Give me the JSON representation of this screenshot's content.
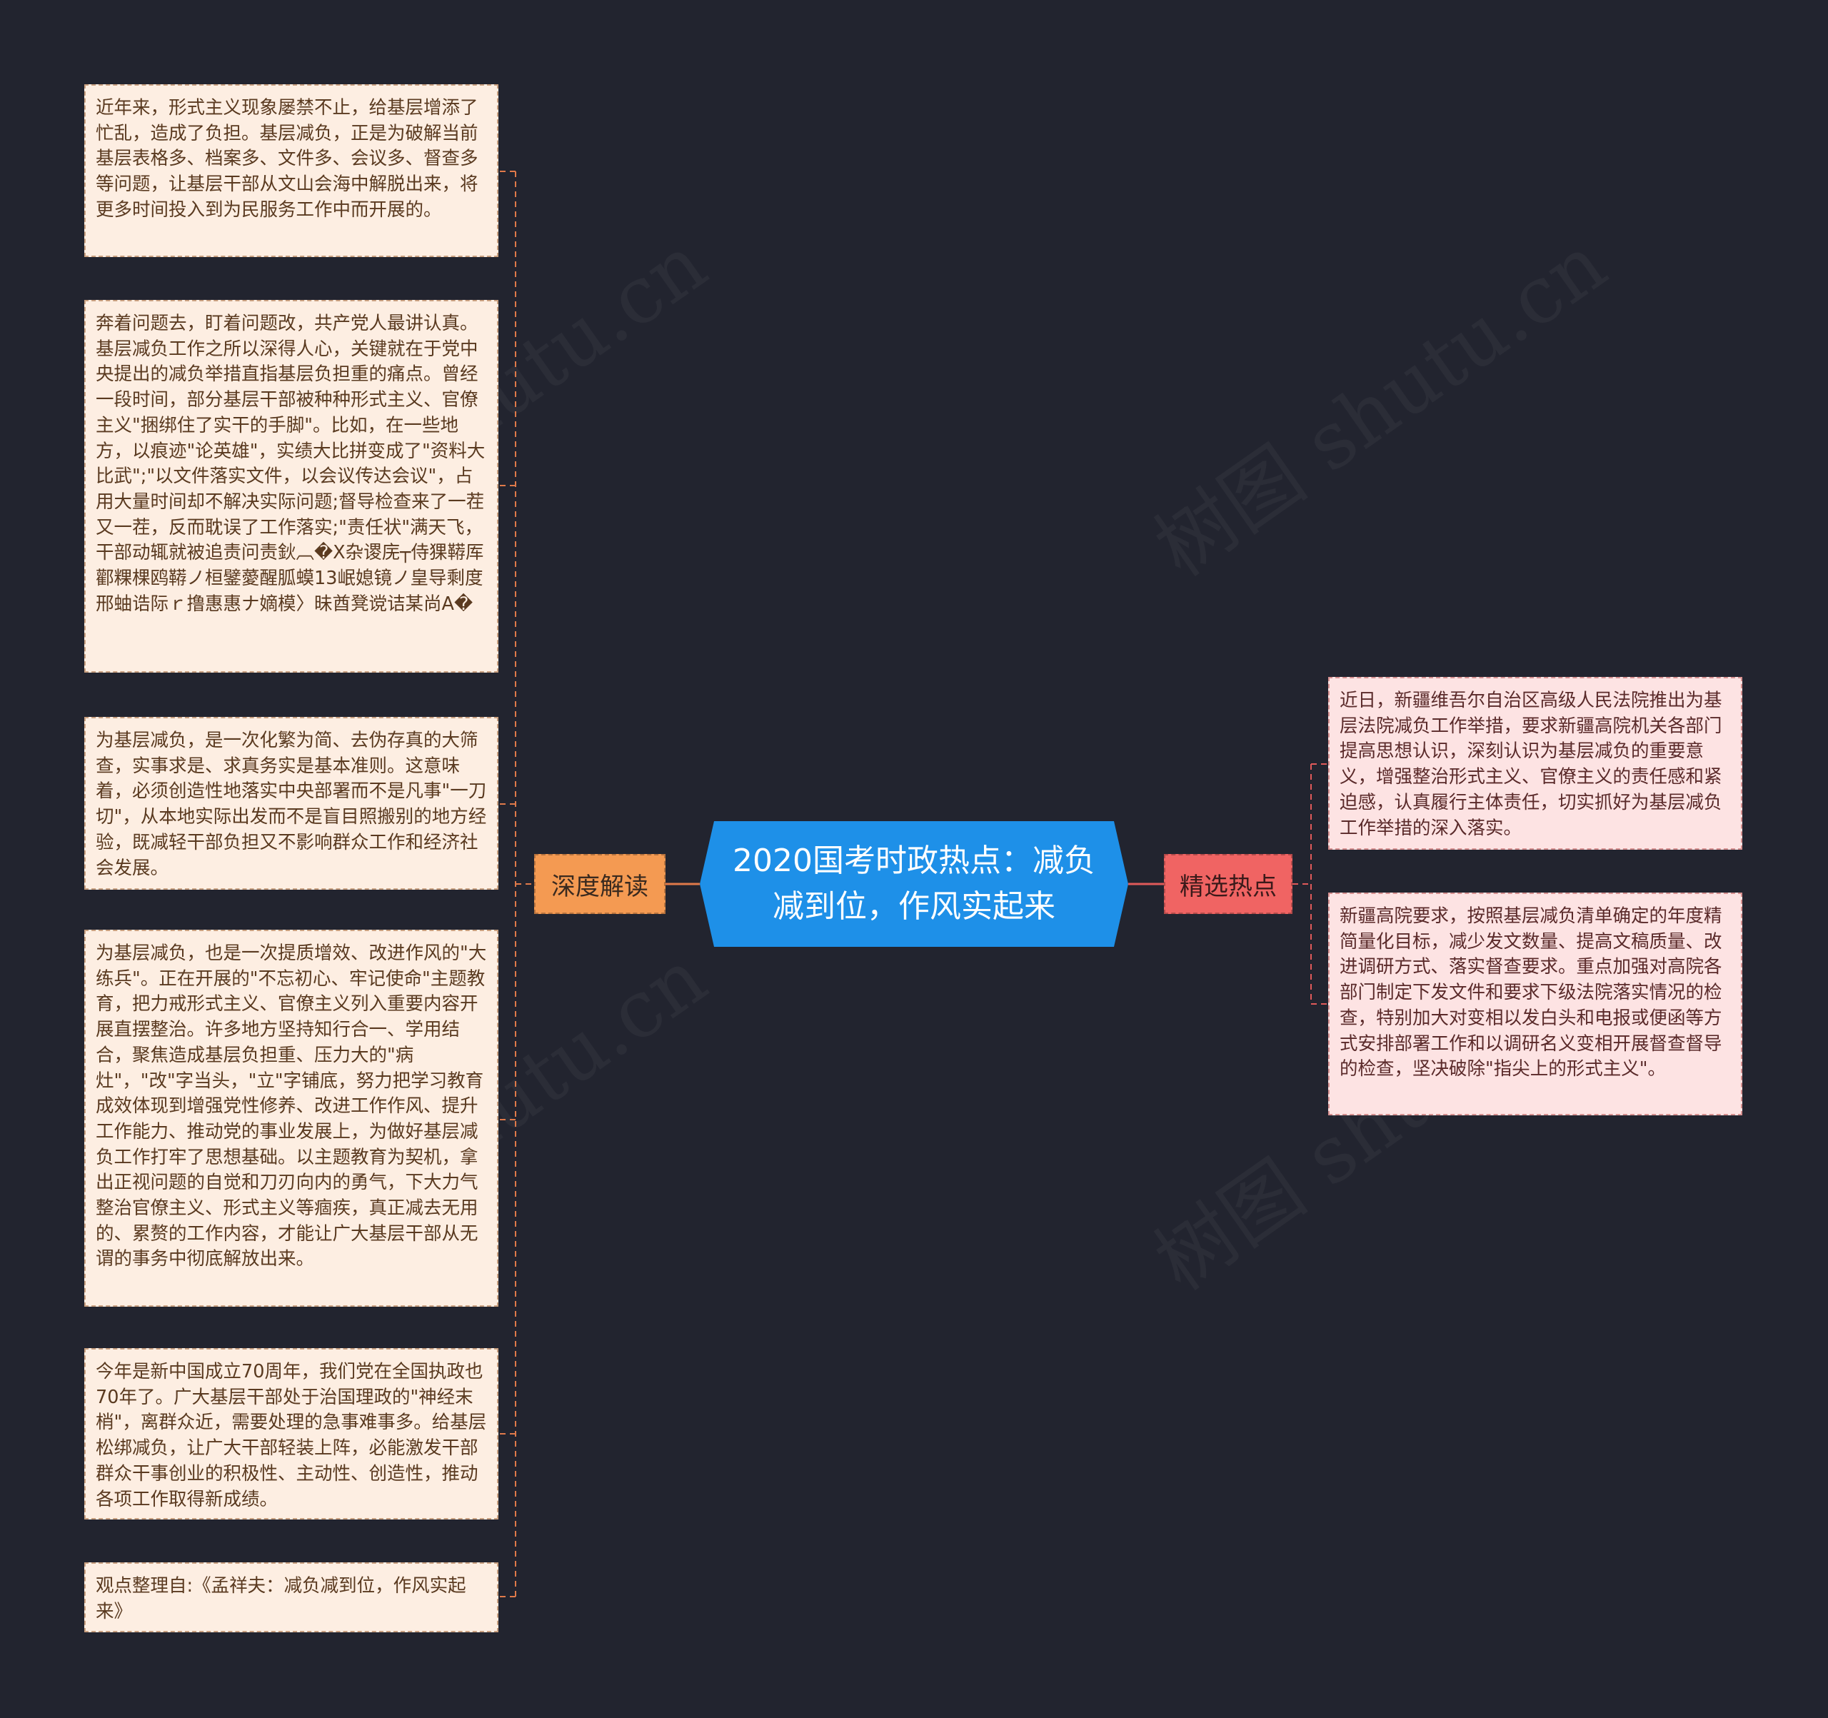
{
  "central_topic": "2020国考时政热点：减负减到位，作风实起来",
  "branches": {
    "left": {
      "label": "深度解读",
      "leaves": [
        "近年来，形式主义现象屡禁不止，给基层增添了忙乱，造成了负担。基层减负，正是为破解当前基层表格多、档案多、文件多、会议多、督查多等问题，让基层干部从文山会海中解脱出来，将更多时间投入到为民服务工作中而开展的。",
        "奔着问题去，盯着问题改，共产党人最讲认真。基层减负工作之所以深得人心，关键就在于党中央提出的减负举措直指基层负担重的痛点。曾经一段时间，部分基层干部被种种形式主义、官僚主义\"捆绑住了实干的手脚\"。比如，在一些地方，以痕迹\"论英雄\"，实绩大比拼变成了\"资料大比武\";\"以文件落实文件，以会议传达会议\"，占用大量时间却不解决实际问题;督导检查来了一茬又一茬，反而耽误了工作落实;\"责任状\"满天飞，干部动辄就被追责问责鈥︹�X杂谡庑┬侍猓鞯厍酄粿棵鸥鞯ノ桓鐾薆醒胍蟆13岷媳镜ノ皇导剩度邢蚰诰际ｒ撸惠惠ナ嫡模〉昧酋凳谠诘某尚А�",
        "为基层减负，是一次化繁为简、去伪存真的大筛查，实事求是、求真务实是基本准则。这意味着，必须创造性地落实中央部署而不是凡事\"一刀切\"，从本地实际出发而不是盲目照搬别的地方经验，既减轻干部负担又不影响群众工作和经济社会发展。",
        "为基层减负，也是一次提质增效、改进作风的\"大练兵\"。正在开展的\"不忘初心、牢记使命\"主题教育，把力戒形式主义、官僚主义列入重要内容开展直摆整治。许多地方坚持知行合一、学用结合，聚焦造成基层负担重、压力大的\"病灶\"，\"改\"字当头，\"立\"字铺底，努力把学习教育成效体现到增强党性修养、改进工作作风、提升工作能力、推动党的事业发展上，为做好基层减负工作打牢了思想基础。以主题教育为契机，拿出正视问题的自觉和刀刃向内的勇气，下大力气整治官僚主义、形式主义等痼疾，真正减去无用的、累赘的工作内容，才能让广大基层干部从无谓的事务中彻底解放出来。",
        "今年是新中国成立70周年，我们党在全国执政也70年了。广大基层干部处于治国理政的\"神经末梢\"，离群众近，需要处理的急事难事多。给基层松绑减负，让广大干部轻装上阵，必能激发干部群众干事创业的积极性、主动性、创造性，推动各项工作取得新成绩。",
        "观点整理自:《孟祥夫：减负减到位，作风实起来》"
      ]
    },
    "right": {
      "label": "精选热点",
      "leaves": [
        "近日，新疆维吾尔自治区高级人民法院推出为基层法院减负工作举措，要求新疆高院机关各部门提高思想认识，深刻认识为基层减负的重要意义，增强整治形式主义、官僚主义的责任感和紧迫感，认真履行主体责任，切实抓好为基层减负工作举措的深入落实。",
        "新疆高院要求，按照基层减负清单确定的年度精简量化目标，减少发文数量、提高文稿质量、改进调研方式、落实督查要求。重点加强对高院各部门制定下发文件和要求下级法院落实情况的检查，特别加大对变相以发白头和电报或便函等方式安排部署工作和以调研名义变相开展督查督导的检查，坚决破除\"指尖上的形式主义\"。"
      ]
    }
  },
  "watermark_text": "树图 shutu.cn",
  "colors": {
    "background": "#22242f",
    "central": "#1e90e8",
    "left_branch": "#f49a52",
    "right_branch": "#f06463",
    "left_leaf": "#fdeee2",
    "right_leaf": "#fde3e3"
  }
}
